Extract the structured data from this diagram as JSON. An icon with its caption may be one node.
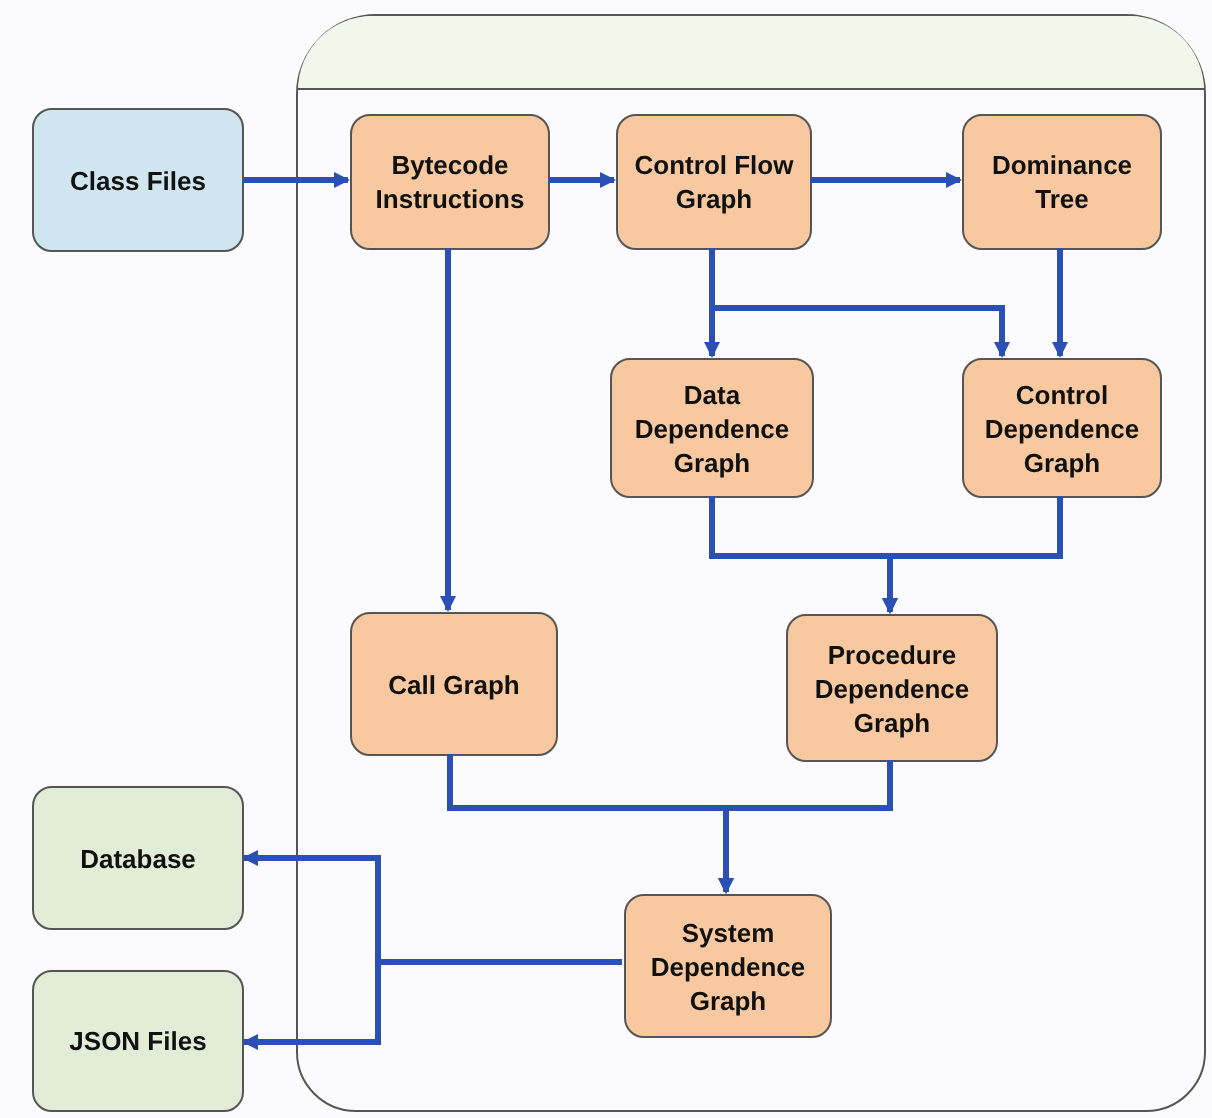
{
  "diagram": {
    "nodes": [
      {
        "text": [],
        "shape": "box"
      },
      {
        "text": [
          "Class Files"
        ]
      },
      {
        "text": [
          "Bytecode Instructions"
        ],
        "in": 0
      },
      {
        "text": [
          "Control Flow Graph"
        ],
        "in": 0
      },
      {
        "text": [
          "Dominance Tree"
        ],
        "in": 0
      },
      {
        "text": [
          "Data Dependence Graph"
        ],
        "in": 0
      },
      {
        "text": [
          "Control Dependence Graph"
        ],
        "in": 0
      },
      {
        "text": [
          "Call Graph"
        ],
        "in": 0
      },
      {
        "text": [
          "Procedure Dependence Graph"
        ],
        "in": 0
      },
      {
        "text": [
          "System Dependence Graph"
        ],
        "in": 0
      },
      {
        "text": [
          "Database"
        ]
      },
      {
        "text": [
          "JSON Files"
        ]
      }
    ],
    "edges": [
      {
        "from": 1,
        "to": 2,
        "arrow": "to"
      },
      {
        "from": 2,
        "to": 3,
        "arrow": "to"
      },
      {
        "from": 3,
        "to": 4,
        "arrow": "to"
      },
      {
        "from": 2,
        "to": 7,
        "arrow": "to"
      },
      {
        "from": 3,
        "to": 5,
        "arrow": "to"
      },
      {
        "from": 3,
        "to": 6,
        "arrow": "to"
      },
      {
        "from": 4,
        "to": 6,
        "arrow": "to"
      },
      {
        "from": 5,
        "to": 8,
        "arrow": "to"
      },
      {
        "from": 6,
        "to": 8,
        "arrow": "to"
      },
      {
        "from": 7,
        "to": 9,
        "arrow": "to"
      },
      {
        "from": 8,
        "to": 9,
        "arrow": "to"
      },
      {
        "from": 9,
        "to": 10,
        "arrow": "to"
      },
      {
        "from": 9,
        "to": 11,
        "arrow": "to"
      }
    ]
  }
}
